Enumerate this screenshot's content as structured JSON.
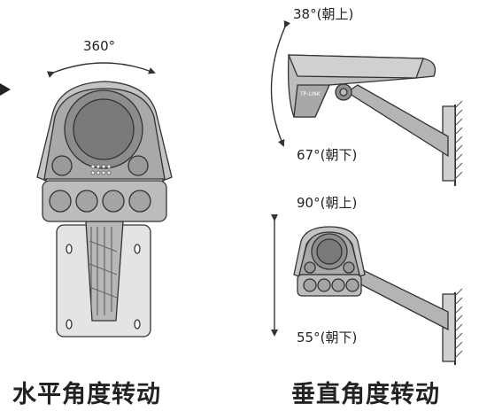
{
  "labels": {
    "rotation_360": "360°",
    "tilt_up_wall": "38°(朝上)",
    "tilt_down_wall": "67°(朝下)",
    "tilt_up_ceiling": "90°(朝上)",
    "tilt_down_ceiling": "55°(朝下)"
  },
  "brand": "TP-LINK",
  "captions": {
    "left": "水平角度转动",
    "right": "垂直角度转动"
  }
}
